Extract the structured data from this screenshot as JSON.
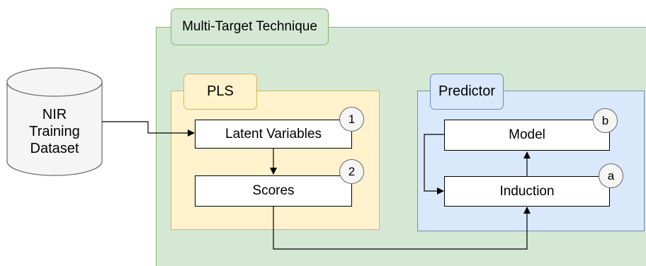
{
  "outer": {
    "title": "Multi-Target Technique"
  },
  "pls": {
    "title": "PLS",
    "latent_variables": "Latent Variables",
    "scores": "Scores",
    "badge_1": "1",
    "badge_2": "2"
  },
  "predictor": {
    "title": "Predictor",
    "model": "Model",
    "induction": "Induction",
    "badge_b": "b",
    "badge_a": "a"
  },
  "dataset": {
    "lines": [
      "NIR",
      "Training",
      "Dataset"
    ]
  },
  "colors": {
    "green_fill": "#d5e8d4",
    "green_stroke": "#82b366",
    "yellow_fill": "#fff2cc",
    "yellow_stroke": "#d6b656",
    "blue_fill": "#dae8fc",
    "blue_stroke": "#6c8ebf"
  }
}
